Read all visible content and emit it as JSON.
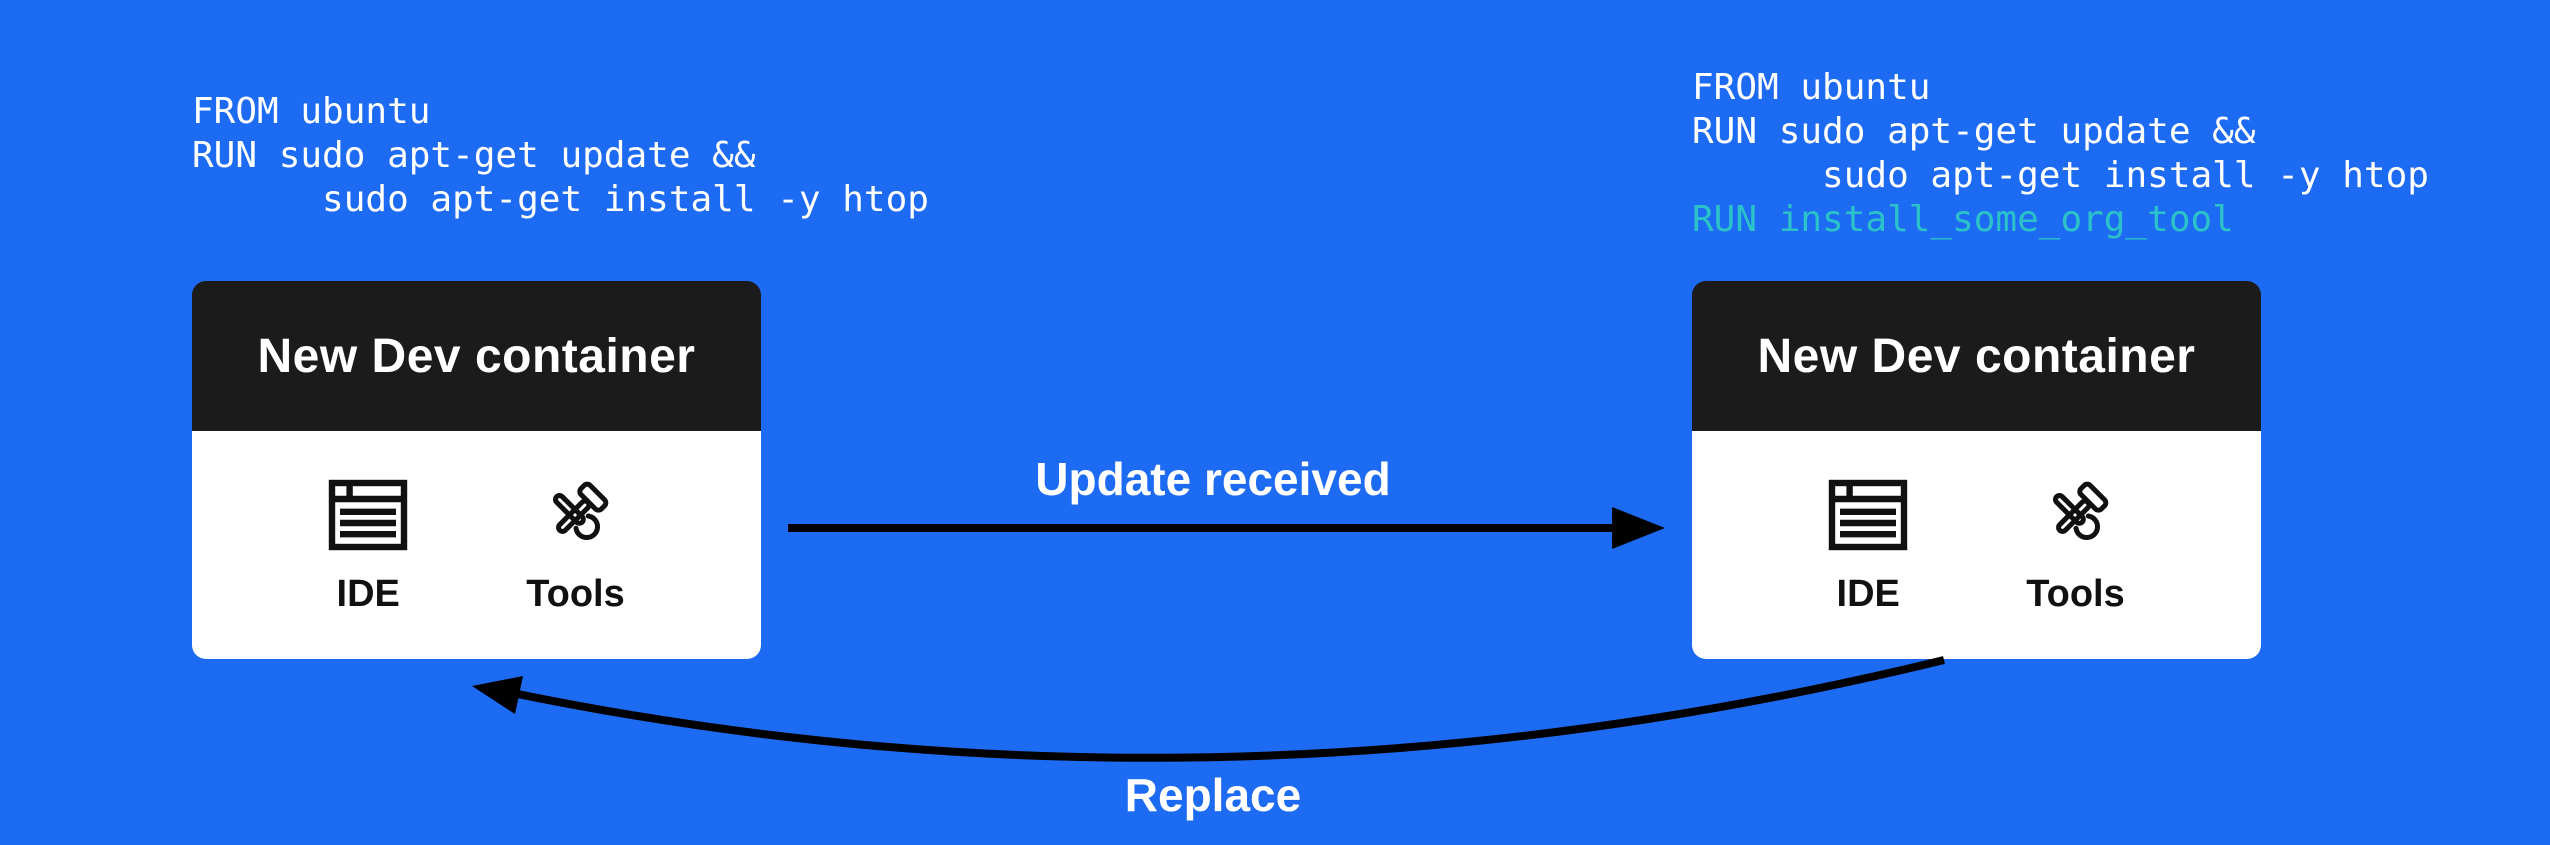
{
  "colors": {
    "background": "#1D6BF2",
    "box_header": "#1B1B1C",
    "box_body": "#FFFFFF",
    "code_text": "#FFFFFF",
    "code_highlight": "#2BC3C9",
    "arrow": "#000000",
    "icon": "#111111"
  },
  "code_left": {
    "lines": [
      "FROM ubuntu",
      "RUN sudo apt-get update &&",
      "      sudo apt-get install -y htop"
    ]
  },
  "code_right": {
    "lines": [
      "FROM ubuntu",
      "RUN sudo apt-get update &&",
      "      sudo apt-get install -y htop",
      "RUN install_some_org_tool"
    ],
    "highlighted_line": "RUN install_some_org_tool"
  },
  "containers": {
    "left": {
      "title": "New Dev container",
      "items": [
        {
          "icon": "ide-window-icon",
          "label": "IDE"
        },
        {
          "icon": "hammer-wrench-icon",
          "label": "Tools"
        }
      ]
    },
    "right": {
      "title": "New Dev container",
      "items": [
        {
          "icon": "ide-window-icon",
          "label": "IDE"
        },
        {
          "icon": "hammer-wrench-icon",
          "label": "Tools"
        }
      ]
    }
  },
  "arrows": {
    "update": {
      "label": "Update received",
      "direction": "left-to-right"
    },
    "replace": {
      "label": "Replace",
      "direction": "right-to-left"
    }
  }
}
